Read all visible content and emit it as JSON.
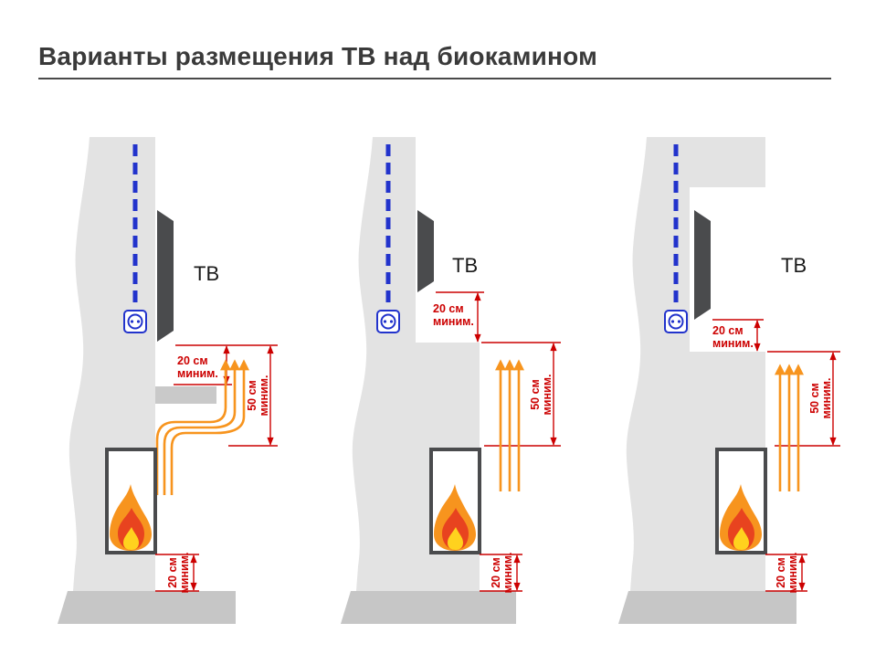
{
  "title": "Варианты размещения ТВ над биокамином",
  "labels": {
    "tv": "ТВ",
    "d20": "20 см",
    "d50": "50 см",
    "min": "миним."
  },
  "colors": {
    "wall": "#e3e3e3",
    "floor": "#c6c6c6",
    "tv": "#4a4b4d",
    "cable_blue": "#2233cc",
    "dimension_red": "#cc0000",
    "heat_arrow_orange": "#f7941e",
    "flame_outer": "#f7941e",
    "flame_middle": "#e8431f",
    "flame_core": "#ffd21e",
    "fireplace_frame": "#4a4b4d",
    "title_text": "#3a3a3a"
  }
}
